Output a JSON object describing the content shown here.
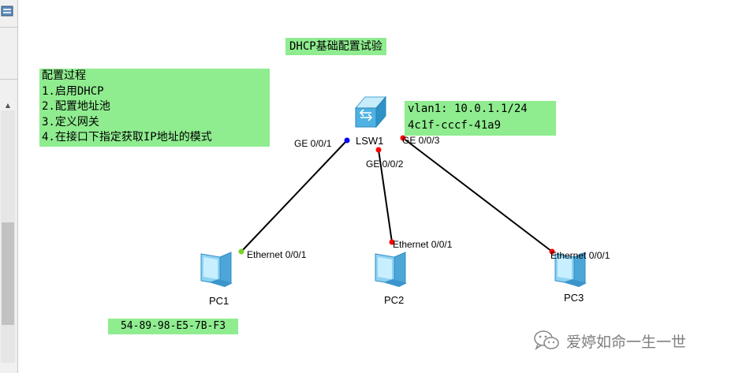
{
  "title": "DHCP基础配置试验",
  "steps": [
    "配置过程",
    "1.启用DHCP",
    "2.配置地址池",
    "3.定义网关",
    "4.在接口下指定获取IP地址的模式"
  ],
  "switch_info": [
    "vlan1: 10.0.1.1/24",
    "4c1f-cccf-41a9"
  ],
  "mac_note": "54-89-98-E5-7B-F3",
  "devices": {
    "switch": {
      "name": "LSW1",
      "icon": "switch-icon"
    },
    "pcs": [
      {
        "name": "PC1",
        "icon": "pc-icon",
        "port": "Ethernet 0/0/1"
      },
      {
        "name": "PC2",
        "icon": "pc-icon",
        "port": "Ethernet 0/0/1"
      },
      {
        "name": "PC3",
        "icon": "pc-icon",
        "port": "Ethernet 0/0/1"
      }
    ]
  },
  "switch_ports": [
    "GE 0/0/1",
    "GE 0/0/2",
    "GE 0/0/3"
  ],
  "port_status_colors": {
    "GE 0/0/1": "#0000ff",
    "GE 0/0/2": "#ff0000",
    "GE 0/0/3": "#ff0000",
    "PC1": "#7cd02a",
    "PC2": "#ff0000",
    "PC3": "#ff0000"
  },
  "textbox_color": "#8fec8f",
  "watermark": {
    "icon": "wechat-icon",
    "text": "爱婷如命一生一世"
  }
}
